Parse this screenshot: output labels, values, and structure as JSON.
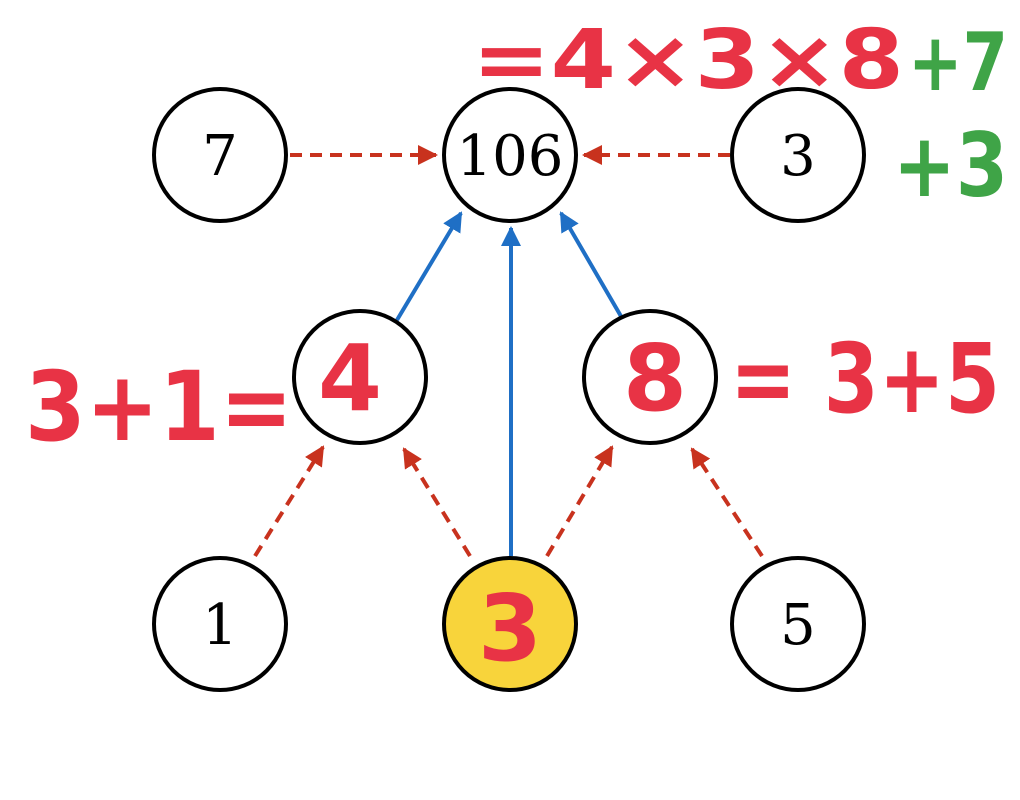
{
  "colors": {
    "node_stroke": "#000000",
    "node_fill": "#ffffff",
    "highlight_fill": "#f8d43b",
    "highlight_text": "#e83345",
    "dashed_arrow": "#c8321e",
    "solid_arrow": "#1f6fc5",
    "annotation_red": "#e83345",
    "annotation_green": "#3fa447"
  },
  "nodes": {
    "top_left": "7",
    "top_center": "106",
    "top_right": "3",
    "mid_left": "4",
    "mid_right": "8",
    "bottom_left": "1",
    "bottom_center": "3",
    "bottom_right": "5"
  },
  "annotations": {
    "top_equation": "=4×3×8",
    "plus_seven": "+7",
    "plus_three": "+3",
    "left_equation": "3+1=",
    "right_equation": "= 3+5"
  }
}
